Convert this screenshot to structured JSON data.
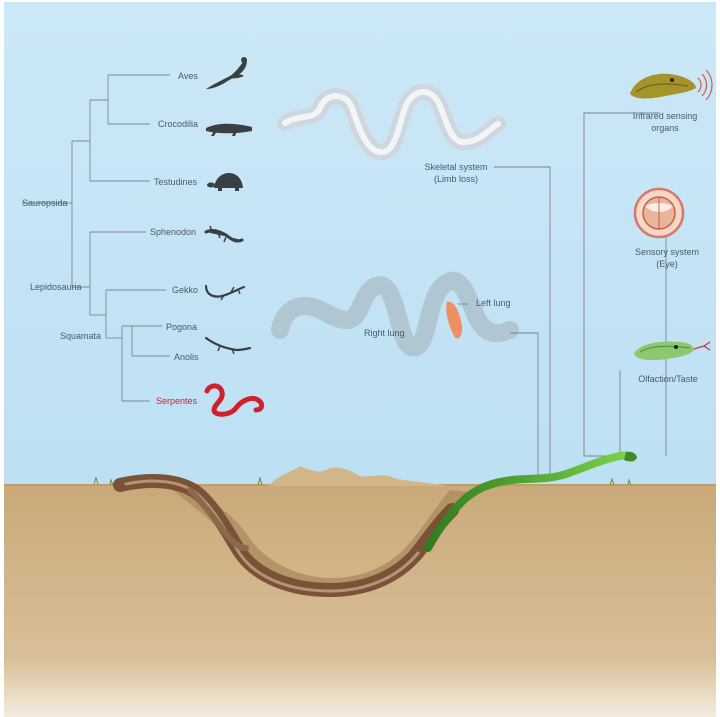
{
  "cladogram": {
    "root": "Sauropsida",
    "lepidosauria": "Lepidosauria",
    "squamata": "Squamata",
    "taxa": [
      {
        "label": "Aves",
        "icon": "bird-icon"
      },
      {
        "label": "Crocodilia",
        "icon": "crocodile-icon"
      },
      {
        "label": "Testudines",
        "icon": "turtle-icon"
      },
      {
        "label": "Sphenodon",
        "icon": "tuatara-icon"
      },
      {
        "label": "Gekko",
        "icon": "gecko-icon"
      },
      {
        "label": "Pogona",
        "icon": ""
      },
      {
        "label": "Anolis",
        "icon": "anole-icon"
      },
      {
        "label": "Serpentes",
        "icon": "red-snake-icon"
      }
    ],
    "highlight_color": "#d0202c"
  },
  "annotations": {
    "skeletal_line1": "Skeletal system",
    "skeletal_line2": "(Limb loss)",
    "left_lung": "Left lung",
    "right_lung": "Right lung",
    "infrared_line1": "Infrared sensing",
    "infrared_line2": "organs",
    "sensory_line1": "Sensory system",
    "sensory_line2": "(Eye)",
    "olfaction": "Olfaction/Taste"
  },
  "colors": {
    "sky": "#c9e6f6",
    "soil": "#c8a87a",
    "burrow_snake": "#7a5238",
    "green_snake": "#4ca82e",
    "lung": "#f08a5a"
  }
}
